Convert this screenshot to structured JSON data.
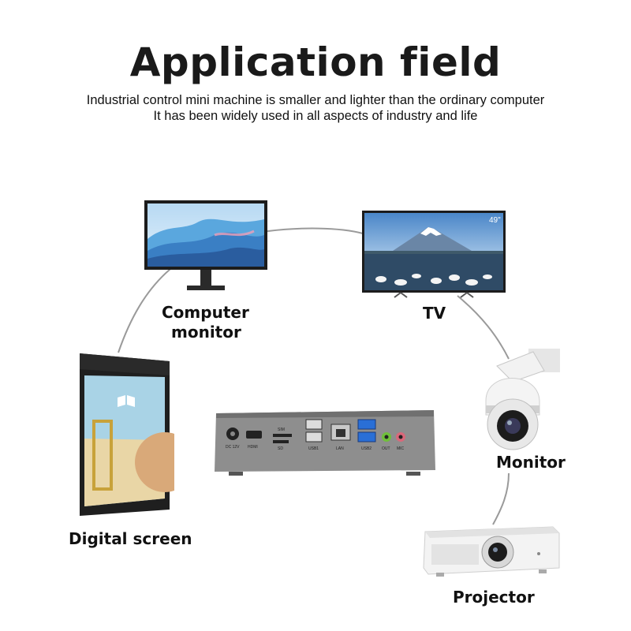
{
  "header": {
    "title": "Application field",
    "subtitle_line1": "Industrial control mini machine is smaller and lighter than the ordinary computer",
    "subtitle_line2": "It has been widely used in all aspects of industry and life"
  },
  "devices": {
    "computer_monitor": {
      "label_line1": "Computer",
      "label_line2": "monitor"
    },
    "tv": {
      "label": "TV",
      "size_badge": "49\""
    },
    "monitor_camera": {
      "label": "Monitor"
    },
    "digital_screen": {
      "label": "Digital screen"
    },
    "projector": {
      "label": "Projector"
    }
  },
  "mini_pc_ports": {
    "dc": "DC 12V",
    "hdmi": "HDMI",
    "sim": "SIM",
    "sd": "SD",
    "usb1": "USB1",
    "lan": "LAN",
    "usb2": "USB2",
    "out": "OUT",
    "mic": "MIC"
  },
  "colors": {
    "connector_line": "#9a9a9a",
    "pc_body": "#8a8a8a",
    "usb3_blue": "#2a6fd6",
    "audio_out": "#6fbf3a",
    "mic_pink": "#d9687a"
  }
}
